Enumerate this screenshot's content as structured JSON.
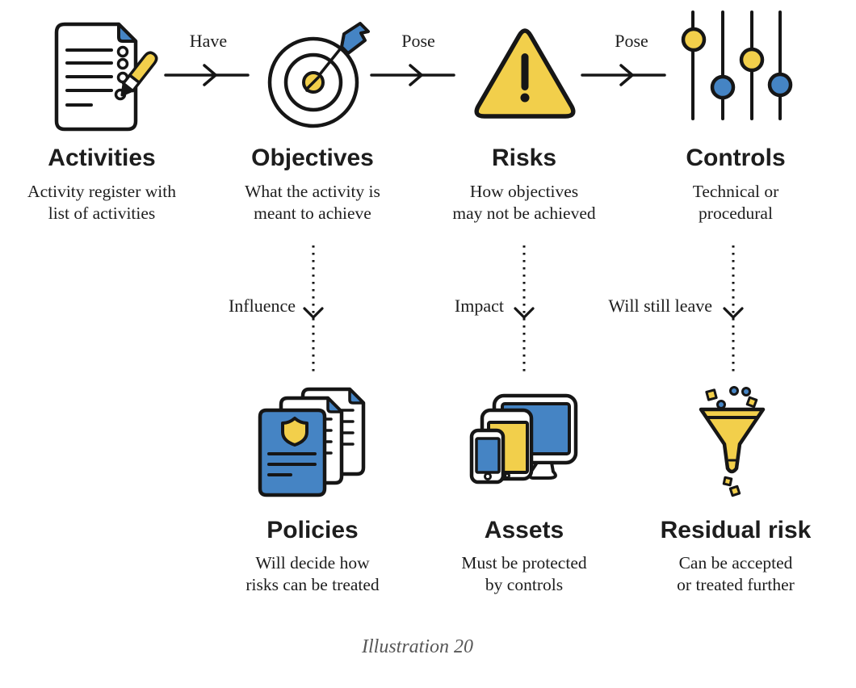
{
  "colors": {
    "yellow": "#F2CF4B",
    "blue": "#4584C4",
    "ink": "#161616",
    "text": "#1D1D1D",
    "caption_gray": "#575757"
  },
  "flow": {
    "top_row": [
      {
        "title": "Activities",
        "icon": "checklist-pencil-icon",
        "desc1": "Activity register with",
        "desc2": "list of activities"
      },
      {
        "title": "Objectives",
        "icon": "target-arrow-icon",
        "desc1": "What the activity is",
        "desc2": "meant to achieve"
      },
      {
        "title": "Risks",
        "icon": "warning-triangle-icon",
        "desc1": "How objectives",
        "desc2": "may not be achieved"
      },
      {
        "title": "Controls",
        "icon": "sliders-icon",
        "desc1": "Technical or",
        "desc2": "procedural"
      }
    ],
    "top_arrows": [
      {
        "label": "Have"
      },
      {
        "label": "Pose"
      },
      {
        "label": "Pose"
      }
    ],
    "down_arrows": [
      {
        "label": "Influence"
      },
      {
        "label": "Impact"
      },
      {
        "label": "Will still leave"
      }
    ],
    "bottom_row": [
      {
        "title": "Policies",
        "icon": "policy-documents-icon",
        "desc1": "Will decide how",
        "desc2": "risks can be treated"
      },
      {
        "title": "Assets",
        "icon": "devices-icon",
        "desc1": "Must be protected",
        "desc2": "by controls"
      },
      {
        "title": "Residual risk",
        "icon": "funnel-icon",
        "desc1": "Can be accepted",
        "desc2": "or treated further"
      }
    ],
    "caption": "Illustration 20"
  }
}
